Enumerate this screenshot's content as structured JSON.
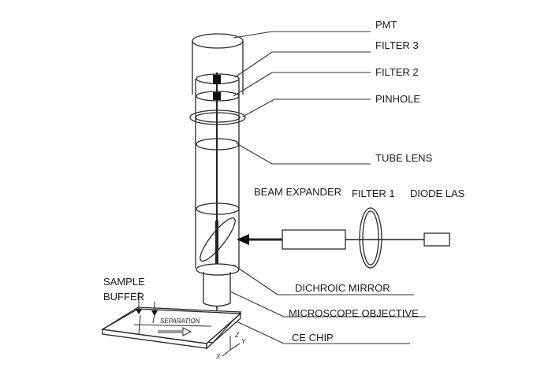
{
  "labels": {
    "pmt": "PMT",
    "filter3": "FILTER 3",
    "filter2": "FILTER 2",
    "pinhole": "PINHOLE",
    "tube_lens": "TUBE LENS",
    "beam_expander": "BEAM EXPANDER",
    "filter1": "FILTER 1",
    "diode_laser": "DIODE LAS",
    "dichroic_mirror": "DICHROIC MIRROR",
    "sample": "SAMPLE",
    "buffer": "BUFFER",
    "microscope_objective": "MICROSCOPE OBJECTIVE",
    "ce_chip": "CE CHIP",
    "separation": "SEPARATION",
    "axis_z": "Z",
    "axis_y": "Y",
    "axis_x": "X"
  }
}
